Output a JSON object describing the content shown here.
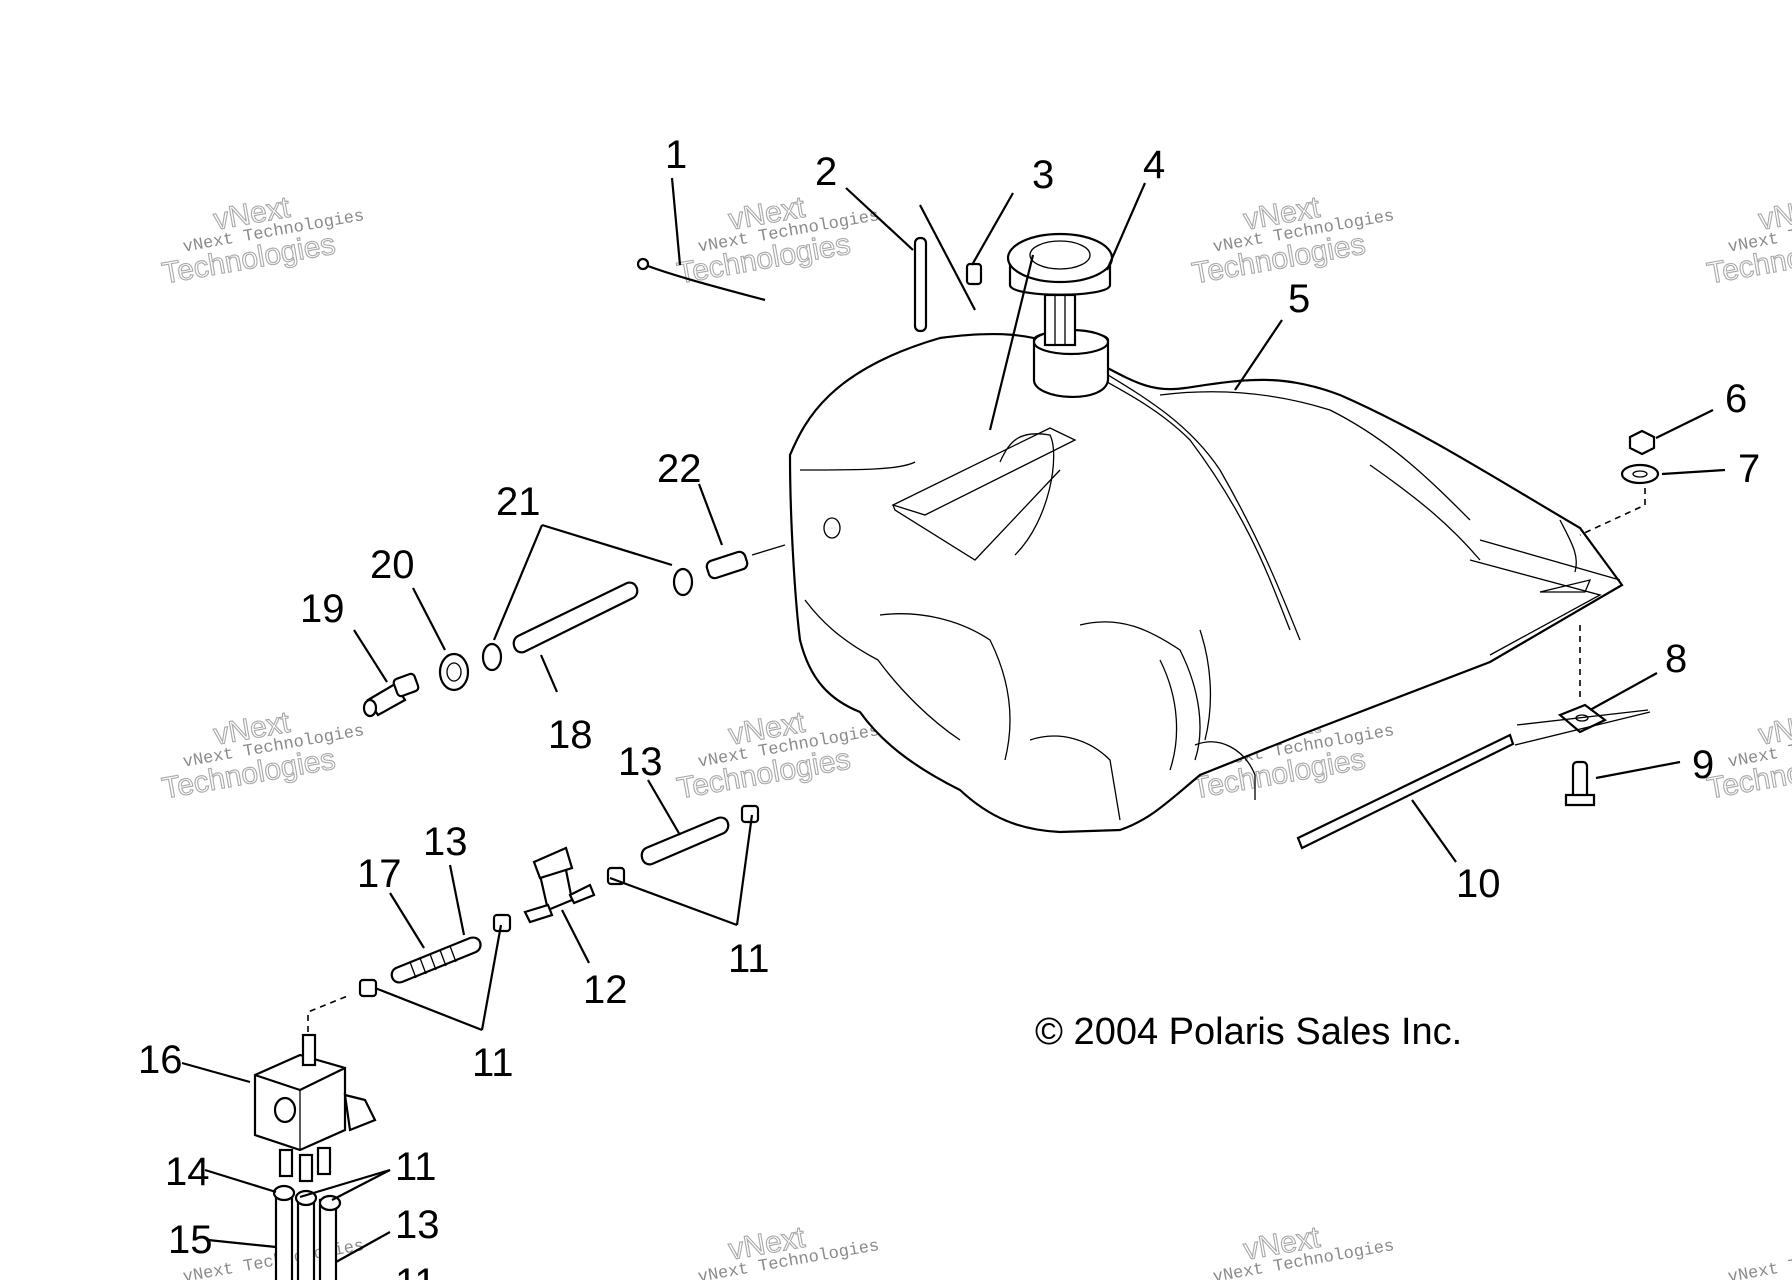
{
  "callouts": [
    "1",
    "2",
    "3",
    "4",
    "5",
    "6",
    "7",
    "8",
    "9",
    "10",
    "11",
    "12",
    "13",
    "14",
    "15",
    "16",
    "17",
    "18",
    "19",
    "20",
    "21",
    "22"
  ],
  "copyright": "© 2004 Polaris Sales Inc.",
  "watermark": {
    "small": "vNext Technologies",
    "line1": "vNext",
    "line2": "Technologies"
  }
}
